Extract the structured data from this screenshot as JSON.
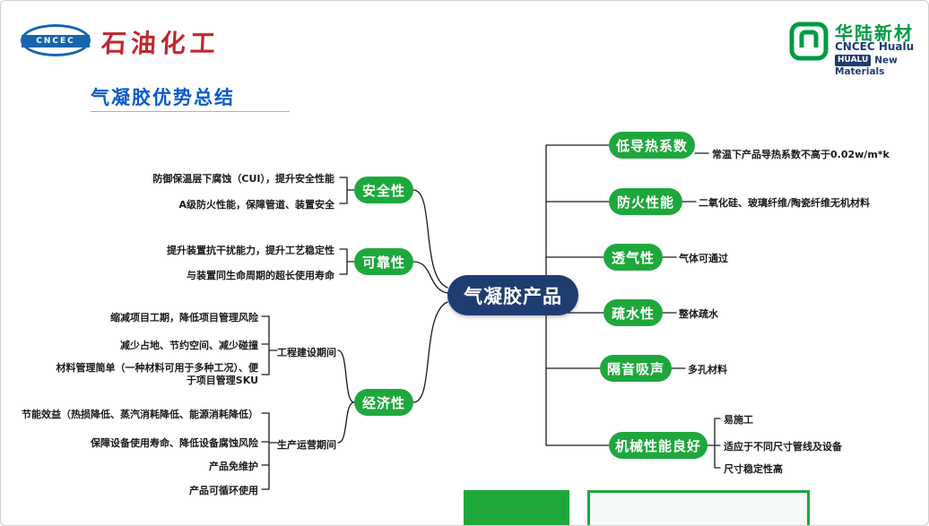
{
  "header": {
    "cncec_text": "CNCEC",
    "brand_left": "石油化工",
    "hualu": {
      "name": "华陆新材",
      "line2": "CNCEC Hualu",
      "tag": "HUALU",
      "line3": "New Materials"
    }
  },
  "title": "气凝胶优势总结",
  "center_node": "气凝胶产品",
  "left_branches": [
    {
      "label": "安全性",
      "items": [
        "防御保温层下腐蚀（CUI），提升安全性能",
        "A级防火性能，保障管道、装置安全"
      ]
    },
    {
      "label": "可靠性",
      "items": [
        "提升装置抗干扰能力，提升工艺稳定性",
        "与装置同生命周期的超长使用寿命"
      ]
    },
    {
      "label": "经济性",
      "subgroups": [
        {
          "label": "工程建设期间",
          "items": [
            "缩减项目工期，降低项目管理风险",
            "减少占地、节约空间、减少碰撞",
            "材料管理简单（一种材料可用于多种工况）、便于项目管理SKU"
          ]
        },
        {
          "label": "生产运营期间",
          "items": [
            "节能效益（热损降低、蒸汽消耗降低、能源消耗降低）",
            "保障设备使用寿命、降低设备腐蚀风险",
            "产品免维护",
            "产品可循环使用"
          ]
        }
      ]
    }
  ],
  "right_branches": [
    {
      "label": "低导热系数",
      "items": [
        "常温下产品导热系数不高于0.02w/m*k"
      ]
    },
    {
      "label": "防火性能",
      "items": [
        "二氧化硅、玻璃纤维/陶瓷纤维无机材料"
      ]
    },
    {
      "label": "透气性",
      "items": [
        "气体可通过"
      ]
    },
    {
      "label": "疏水性",
      "items": [
        "整体疏水"
      ]
    },
    {
      "label": "隔音吸声",
      "items": [
        "多孔材料"
      ]
    },
    {
      "label": "机械性能良好",
      "items": [
        "易施工",
        "适应于不同尺寸管线及设备",
        "尺寸稳定性高"
      ]
    }
  ],
  "colors": {
    "branch_green": "#1ea83c",
    "center_navy": "#1f3c71",
    "title_blue": "#0b5bcb",
    "brand_red": "#c1272d",
    "hualu_green": "#009a44"
  }
}
